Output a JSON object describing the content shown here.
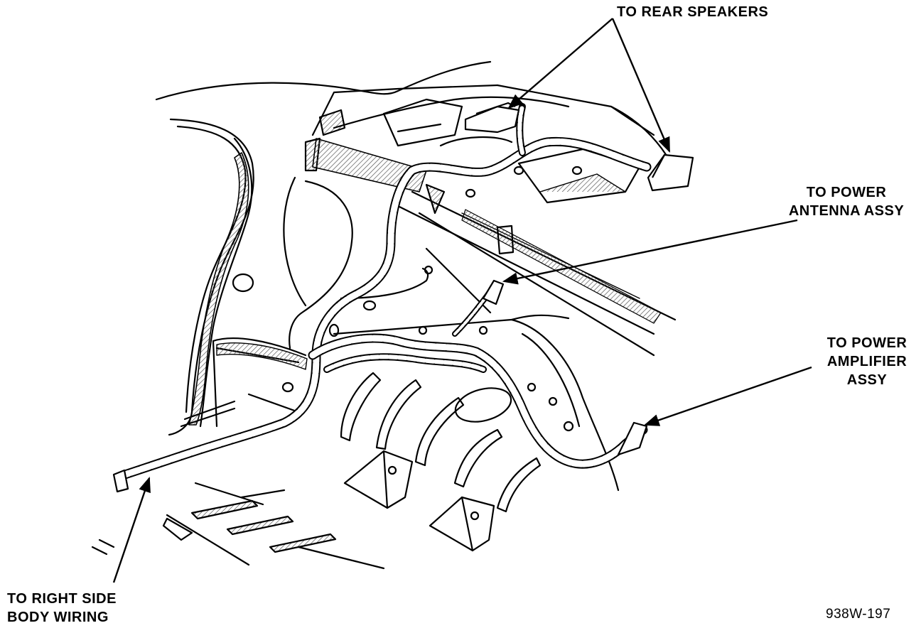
{
  "labels": {
    "rear_speakers": "TO REAR SPEAKERS",
    "power_antenna": [
      "TO POWER",
      "ANTENNA ASSY"
    ],
    "power_amplifier": [
      "TO POWER",
      "AMPLIFIER",
      "ASSY"
    ],
    "right_side_body": [
      "TO RIGHT SIDE",
      "BODY WIRING"
    ]
  },
  "figure_id": "938W-197",
  "colors": {
    "ink": "#000000",
    "paper": "#ffffff",
    "hatch": "#555555"
  }
}
